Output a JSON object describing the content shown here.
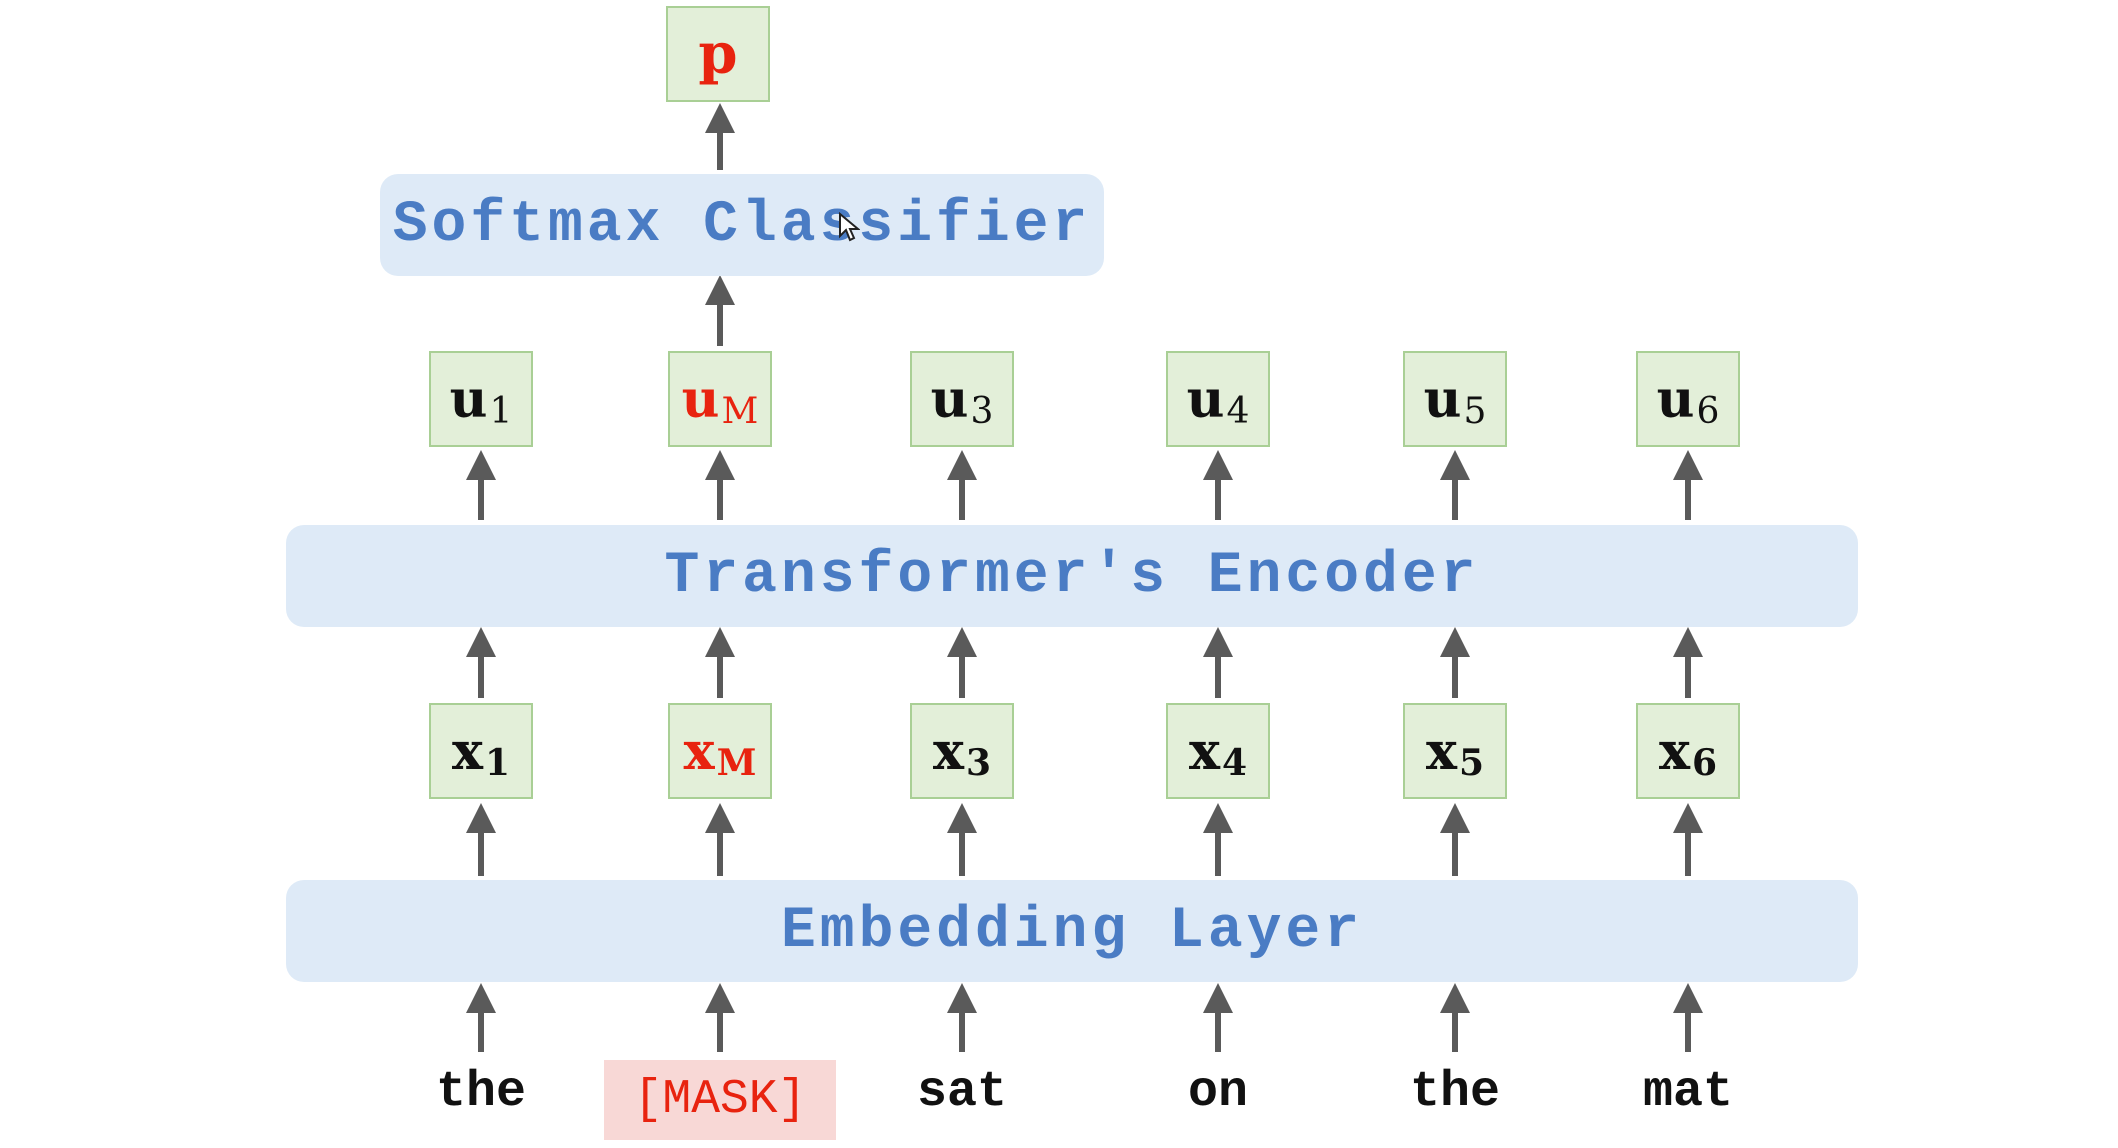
{
  "output": {
    "label": "p"
  },
  "classifier": {
    "label": "Softmax Classifier"
  },
  "encoder": {
    "label": "Transformer's Encoder"
  },
  "embedding": {
    "label": "Embedding Layer"
  },
  "u_vectors": [
    {
      "base": "u",
      "sub": "1",
      "highlight": false
    },
    {
      "base": "u",
      "sub": "M",
      "highlight": true
    },
    {
      "base": "u",
      "sub": "3",
      "highlight": false
    },
    {
      "base": "u",
      "sub": "4",
      "highlight": false
    },
    {
      "base": "u",
      "sub": "5",
      "highlight": false
    },
    {
      "base": "u",
      "sub": "6",
      "highlight": false
    }
  ],
  "x_vectors": [
    {
      "base": "x",
      "sub": "1",
      "highlight": false
    },
    {
      "base": "x",
      "sub": "M",
      "highlight": true
    },
    {
      "base": "x",
      "sub": "3",
      "highlight": false
    },
    {
      "base": "x",
      "sub": "4",
      "highlight": false
    },
    {
      "base": "x",
      "sub": "5",
      "highlight": false
    },
    {
      "base": "x",
      "sub": "6",
      "highlight": false
    }
  ],
  "tokens": [
    "the",
    "[MASK]",
    "sat",
    "on",
    "the",
    "mat"
  ],
  "colors": {
    "layer_fill": "#deeaf7",
    "layer_text": "#4a7cc4",
    "box_fill": "#e3efd9",
    "box_border": "#a9cf95",
    "highlight": "#e8230f",
    "mask_fill": "#f8d8d6",
    "arrow": "#5a5a5a"
  }
}
